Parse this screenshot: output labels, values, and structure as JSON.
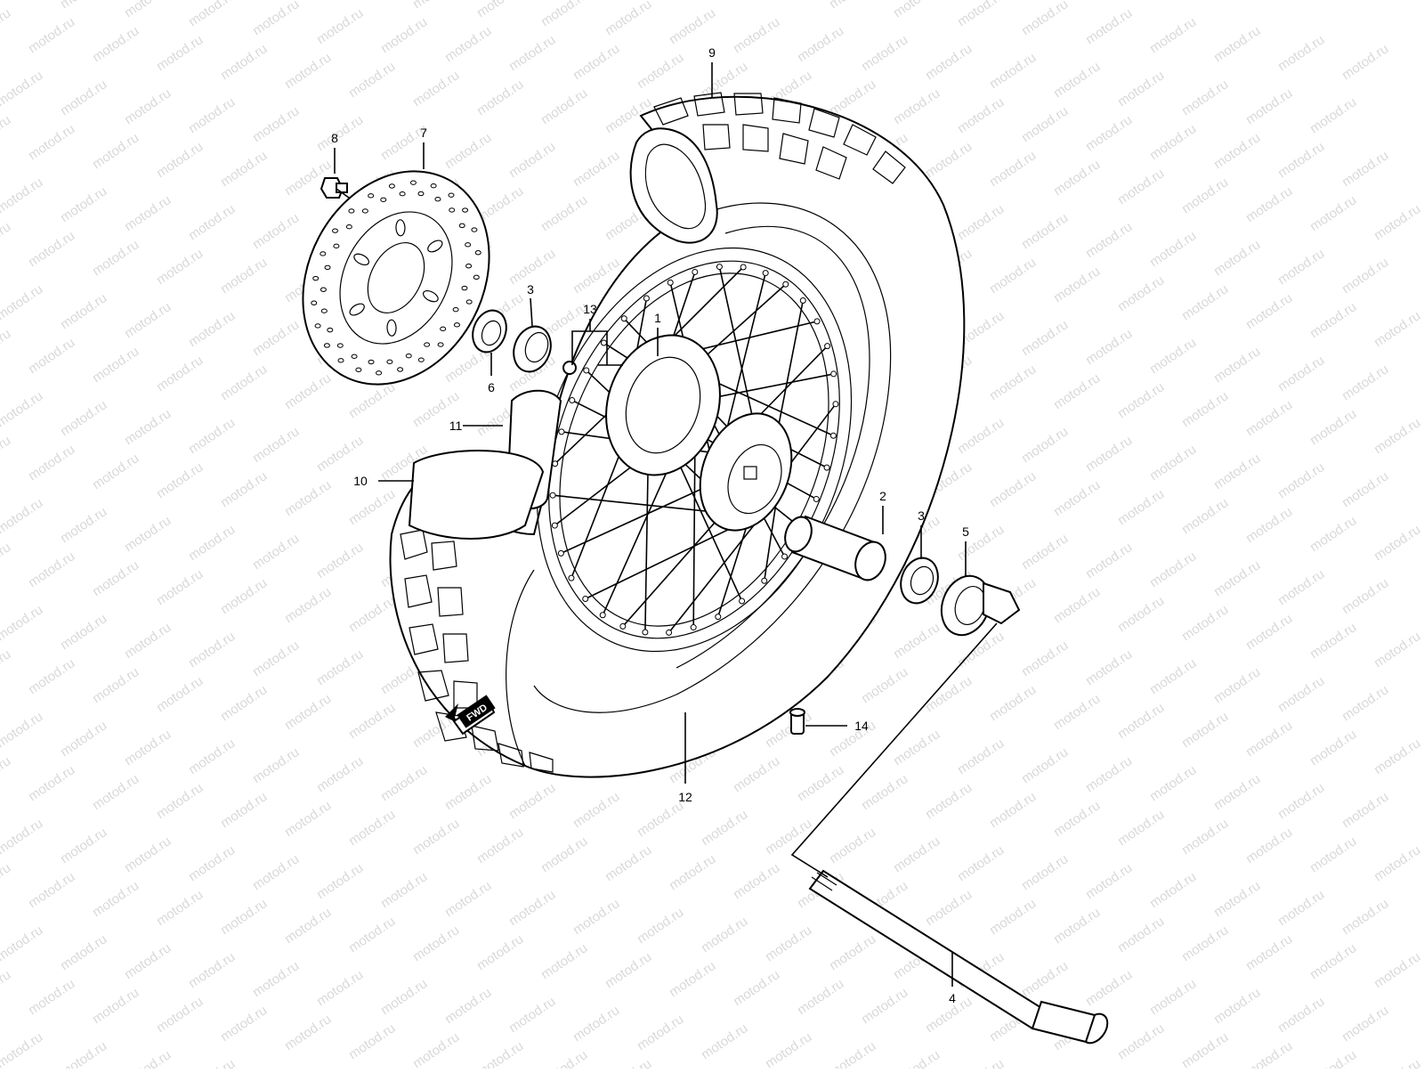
{
  "watermark": "motod.ru",
  "fwd_label": "FWD",
  "labels": {
    "p1": "1",
    "p2": "2",
    "p3a": "3",
    "p3b": "3",
    "p4": "4",
    "p5": "5",
    "p6": "6",
    "p7": "7",
    "p8": "8",
    "p9": "9",
    "p10": "10",
    "p11": "11",
    "p12": "12",
    "p13": "13",
    "p14": "14"
  },
  "colors": {
    "line": "#000000",
    "watermark": "#d9d9d9",
    "background": "#ffffff"
  }
}
